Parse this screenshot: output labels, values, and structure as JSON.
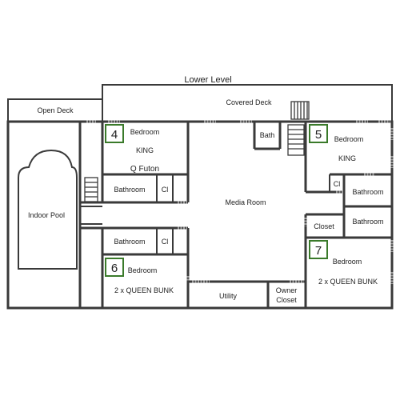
{
  "plan": {
    "title": "Lower Level",
    "decks": {
      "open": "Open Deck",
      "covered": "Covered Deck"
    },
    "rooms": {
      "indoor_pool": "Indoor Pool",
      "media_room": "Media Room",
      "bath": "Bath",
      "utility": "Utility",
      "owner_closet_line1": "Owner",
      "owner_closet_line2": "Closet",
      "bedroom4_name": "Bedroom",
      "bedroom4_bed": "KING",
      "bedroom4_extra": "Q Futon",
      "bedroom4_bathroom": "Bathroom",
      "bedroom4_closet": "Cl",
      "bedroom5_name": "Bedroom",
      "bedroom5_bed": "KING",
      "bedroom5_closet": "Cl",
      "bedroom5_bathroom": "Bathroom",
      "bedroom6_name": "Bedroom",
      "bedroom6_bed": "2 x QUEEN BUNK",
      "bedroom6_bathroom": "Bathroom",
      "bedroom6_closet": "Cl",
      "bedroom7_name": "Bedroom",
      "bedroom7_bed": "2 x QUEEN BUNK",
      "bedroom7_closet": "Closet",
      "bedroom7_bathroom": "Bathroom"
    },
    "badges": {
      "bedroom4": "4",
      "bedroom5": "5",
      "bedroom6": "6",
      "bedroom7": "7"
    },
    "colors": {
      "walls": "#3a3a3a",
      "badge_border": "#3a7a2a",
      "windows": "#9a9a9a"
    }
  }
}
